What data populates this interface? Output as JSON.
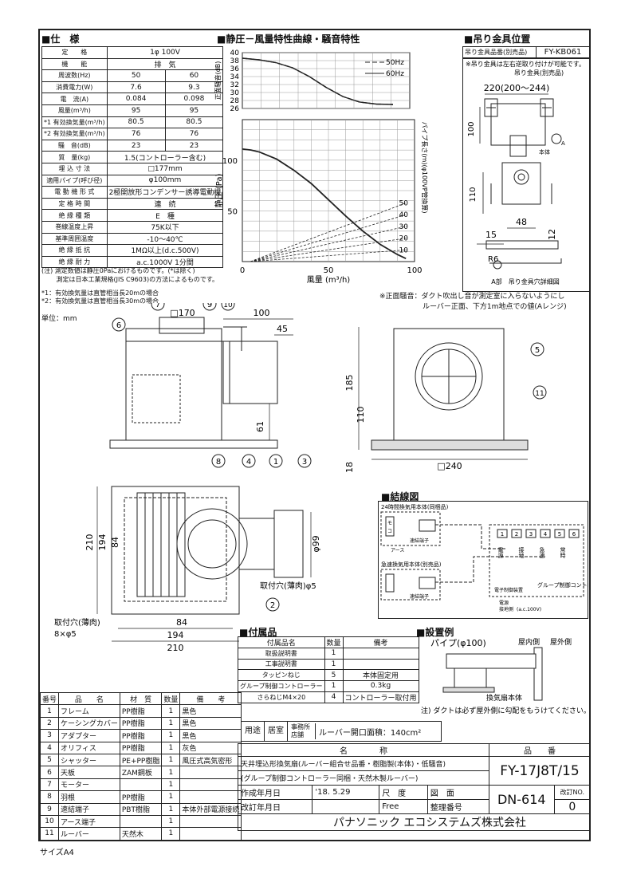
{
  "sections": {
    "spec": "■仕　様",
    "chart": "■静圧－風量特性曲線・騒音特性",
    "bracket": "■吊り金具位置",
    "wiring": "■結線図",
    "accessories": "■付属品",
    "install": "■設置例"
  },
  "spec_rows": [
    {
      "label": "定　　格",
      "v1": "1φ 100V",
      "v2": ""
    },
    {
      "label": "機　　能",
      "v1": "排　気",
      "v2": ""
    },
    {
      "label": "周波数(Hz)",
      "v1": "50",
      "v2": "60"
    },
    {
      "label": "消費電力(W)",
      "v1": "7.6",
      "v2": "9.3"
    },
    {
      "label": "電　流(A)",
      "v1": "0.084",
      "v2": "0.098"
    },
    {
      "label": "風量(m³/h)",
      "v1": "95",
      "v2": "95"
    },
    {
      "label": "*1 有効換気量(m³/h)",
      "v1": "80.5",
      "v2": "80.5"
    },
    {
      "label": "*2 有効換気量(m³/h)",
      "v1": "76",
      "v2": "76"
    },
    {
      "label": "騒　音(dB)",
      "v1": "23",
      "v2": "23"
    },
    {
      "label": "質　量(kg)",
      "v1": "1.5(コントローラー含む)",
      "v2": ""
    },
    {
      "label": "埋 込 寸 法",
      "v1": "□177mm",
      "v2": ""
    },
    {
      "label": "適用パイプ(呼び径)",
      "v1": "φ100mm",
      "v2": ""
    },
    {
      "label": "電 動 機 形 式",
      "v1": "2極開放形コンデンサー誘導電動機",
      "v2": ""
    },
    {
      "label": "定 格 時 間",
      "v1": "連　続",
      "v2": ""
    },
    {
      "label": "絶 縁 種 類",
      "v1": "E　種",
      "v2": ""
    },
    {
      "label": "巻線温度上昇",
      "v1": "75K以下",
      "v2": ""
    },
    {
      "label": "基準周囲温度",
      "v1": "-10～40℃",
      "v2": ""
    },
    {
      "label": "絶 縁 抵 抗",
      "v1": "1MΩ以上(d.c.500V)",
      "v2": ""
    },
    {
      "label": "絶 縁 耐 力",
      "v1": "a.c.1000V 1分間",
      "v2": ""
    }
  ],
  "spec_note": [
    "(注) 測定数値は静圧0Paにおけるものです。(*は除く)",
    "　　 測定は日本工業規格(JIS C9603)の方法によるものです。"
  ],
  "spec_footnotes": [
    "*1：有効換気量は直管相当長20mの場合",
    "*2：有効換気量は直管相当長30mの場合"
  ],
  "unit": "単位：mm",
  "chart_data": [
    {
      "type": "line",
      "ylabel": "正面騒音(dB)",
      "ylim": [
        26,
        40
      ],
      "yticks": [
        26,
        28,
        30,
        32,
        34,
        36,
        38,
        40
      ],
      "series": [
        {
          "name": "50Hz",
          "x": [
            0,
            10,
            20,
            30,
            40,
            50,
            60,
            70,
            80,
            90
          ],
          "y": [
            38.6,
            38.2,
            37.5,
            36.2,
            34.0,
            31.3,
            29.0,
            27.6,
            27.1,
            27.0
          ]
        },
        {
          "name": "60Hz",
          "x": [
            0,
            10,
            20,
            30,
            40,
            50,
            60,
            70,
            80,
            90
          ],
          "y": [
            38.6,
            38.2,
            37.5,
            36.2,
            34.0,
            31.3,
            29.0,
            27.6,
            27.1,
            27.0
          ]
        }
      ]
    },
    {
      "type": "line",
      "xlabel": "風量 (m³/h)",
      "ylabel": "静圧 (Pa)",
      "xlim": [
        0,
        100
      ],
      "ylim": [
        0,
        140
      ],
      "xticks": [
        0,
        50,
        100
      ],
      "yticks": [
        50,
        100
      ],
      "y2label": "パイプ長さ(m)(φ100VP管換算)",
      "y2ticks": [
        10,
        20,
        30,
        40,
        50
      ],
      "series": [
        {
          "name": "50Hz",
          "x": [
            0,
            5,
            10,
            20,
            30,
            40,
            50,
            60,
            70,
            80,
            90,
            95
          ],
          "y": [
            111,
            110,
            108,
            101,
            90,
            77,
            61,
            45,
            30,
            17,
            7,
            3
          ]
        }
      ]
    }
  ],
  "chart_labels": {
    "l50": "50Hz",
    "l60": "60Hz",
    "front_note1": "※正面騒音：ダクト吹出し音が測定室に入らないようにし",
    "front_note2": "ルーバー正面、下方1m地点での値(Aレンジ)"
  },
  "bracket": {
    "box1": "吊り金具品番(別売品)",
    "box2": "FY-KB061",
    "note": "※吊り金具は左右逆取り付けが可能です。",
    "sub": "吊り金具(別売品)",
    "d220": "220(200～244)",
    "d100": "100",
    "d110": "110",
    "d48": "48",
    "d15": "15",
    "d12": "12",
    "r6": "R6",
    "body": "本体",
    "a": "A",
    "caption": "A部　吊り金具穴詳細図"
  },
  "drawing": {
    "d170": "□170",
    "d100": "100",
    "d45": "45",
    "d61": "61",
    "d185": "185",
    "d110": "110",
    "d18": "18",
    "d240": "□240",
    "d210v": "210",
    "d194v": "194",
    "d84v": "84",
    "d99": "φ99",
    "d84h": "84",
    "d194h": "194",
    "d210h": "210",
    "hole1": "取付穴(薄肉)φ5",
    "hole2a": "取付穴(薄肉)",
    "hole2b": "8×φ5",
    "balloons": [
      "1",
      "2",
      "3",
      "4",
      "5",
      "6",
      "7",
      "8",
      "9",
      "10",
      "11"
    ]
  },
  "wiring": {
    "unit1": "24時間換気用本体(同梱品)",
    "unit2": "急速換気用本体(別売品)",
    "mo": "モ",
    "cap": "コ",
    "ground1": "アース",
    "term1": "速結端子",
    "term2": "速結端子",
    "ctrl1": "電子制御装置",
    "ctrl2": "グループ制御コントローラー",
    "power": "電源",
    "earth": "接地側",
    "ac": "(a.c.100V)",
    "labels": [
      "電源",
      "接地",
      "急速",
      "常時"
    ],
    "tnum": [
      "1",
      "2",
      "3",
      "4",
      "5",
      "6"
    ]
  },
  "accessories": {
    "head": [
      "付属品名",
      "数量",
      "備考"
    ],
    "rows": [
      [
        "取扱説明書",
        "1",
        ""
      ],
      [
        "工事説明書",
        "1",
        ""
      ],
      [
        "タッピンねじ",
        "5",
        "本体固定用"
      ],
      [
        "グループ制御コントローラー",
        "1",
        "0.3kg"
      ],
      [
        "さらねじM4×20",
        "4",
        "コントローラー取付用"
      ]
    ]
  },
  "install": {
    "pipe": "パイプ(φ100)",
    "indoor": "屋内側",
    "outdoor": "屋外側",
    "body": "換気扇本体",
    "note": "注) ダクトは必ず屋外側に勾配をもうけてください。"
  },
  "parts": {
    "head": [
      "番号",
      "品　　名",
      "材　質",
      "数量",
      "備　　考"
    ],
    "rows": [
      [
        "1",
        "フレーム",
        "PP樹脂",
        "1",
        "黒色"
      ],
      [
        "2",
        "ケーシングカバー",
        "PP樹脂",
        "1",
        "黒色"
      ],
      [
        "3",
        "アダプター",
        "PP樹脂",
        "1",
        "黒色"
      ],
      [
        "4",
        "オリフィス",
        "PP樹脂",
        "1",
        "灰色"
      ],
      [
        "5",
        "シャッター",
        "PE+PP樹脂",
        "1",
        "風圧式高気密形"
      ],
      [
        "6",
        "天板",
        "ZAM鋼板",
        "1",
        ""
      ],
      [
        "7",
        "モーター",
        "",
        "1",
        ""
      ],
      [
        "8",
        "羽根",
        "PP樹脂",
        "1",
        ""
      ],
      [
        "9",
        "速結端子",
        "PBT樹脂",
        "1",
        "本体外部電源接続"
      ],
      [
        "10",
        "アース端子",
        "",
        "1",
        ""
      ],
      [
        "11",
        "ルーバー",
        "天然木",
        "1",
        ""
      ]
    ]
  },
  "title_block": {
    "use_label": "用途",
    "use1": "居室",
    "use2": "事務所店舗",
    "opening": "ルーバー開口面積：140cm²",
    "name_h": "名　　　　称",
    "no_h": "品　　番",
    "name1": "天井埋込形換気扇(ルーバー組合せ品番・樹脂製(本体)・低騒音)",
    "name2": "(グループ制御コントローラー同梱・天然木製ルーバー)",
    "product_no": "FY-17J8T/15",
    "date_label": "作成年月日",
    "date": "'18. 5.29",
    "scale_label": "尺　度",
    "scale": "Free",
    "drawing_label": "図　面",
    "manage_label": "整理番号",
    "revise_label": "改訂年月日",
    "dn": "DN-614",
    "rev_label": "改訂NO.",
    "rev": "0",
    "company": "パナソニック エコシステムズ株式会社"
  },
  "size": "サイズA4"
}
